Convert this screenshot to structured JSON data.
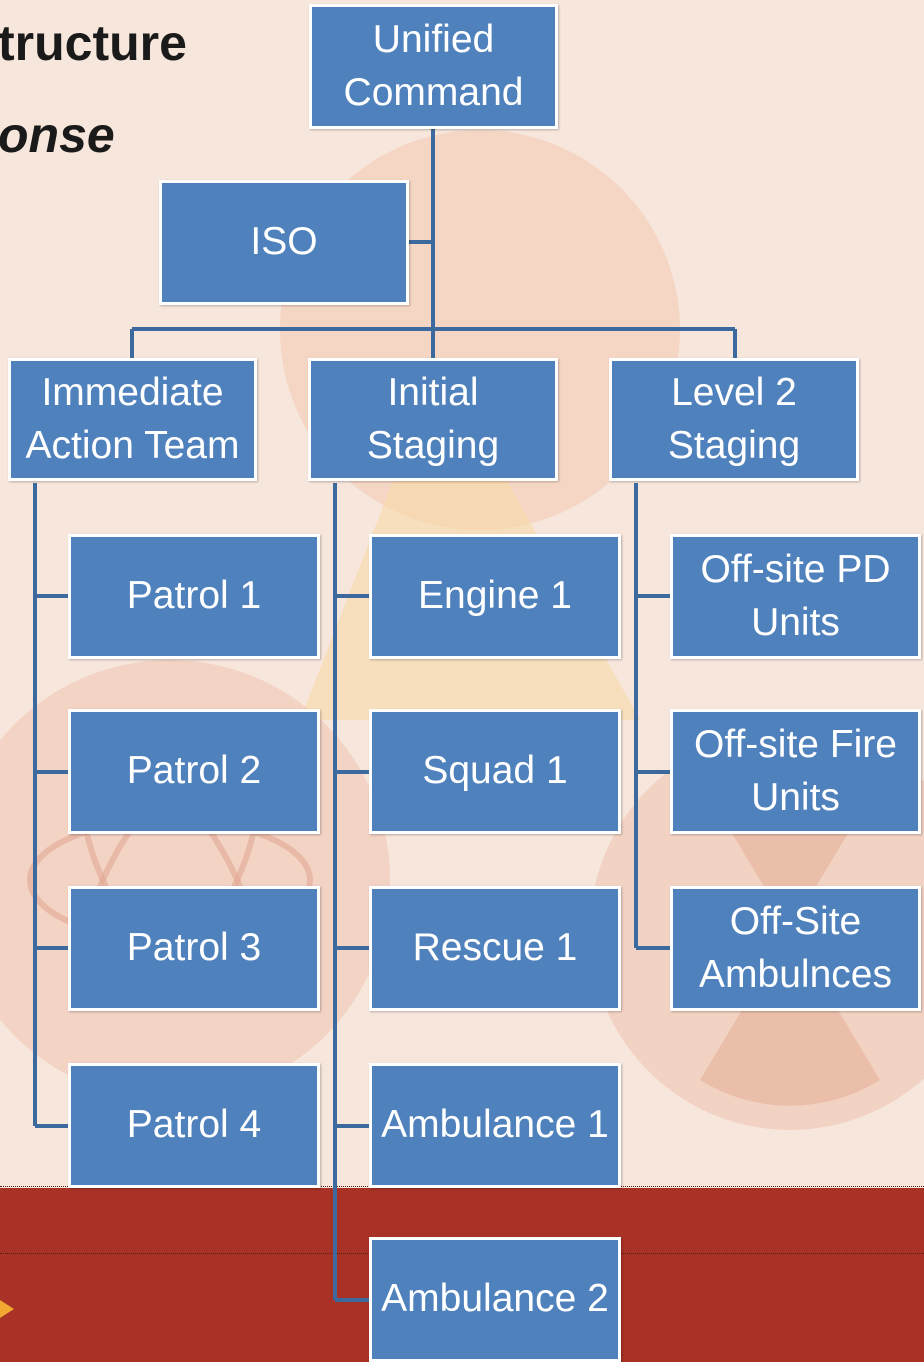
{
  "slide": {
    "title_line1": "tructure",
    "title_line2": "onse"
  },
  "nodes": {
    "unified_command": "Unified Command",
    "iso": "ISO",
    "immediate_action_team": "Immediate Action Team",
    "initial_staging": "Initial Staging",
    "level2_staging": "Level 2 Staging",
    "patrol1": "Patrol 1",
    "patrol2": "Patrol 2",
    "patrol3": "Patrol 3",
    "patrol4": "Patrol 4",
    "engine1": "Engine 1",
    "squad1": "Squad 1",
    "rescue1": "Rescue 1",
    "ambulance1": "Ambulance 1",
    "ambulance2": "Ambulance 2",
    "offsite_pd": "Off-site PD Units",
    "offsite_fire": "Off-site Fire Units",
    "offsite_amb": "Off-Site Ambulnces"
  },
  "colors": {
    "node_fill": "#4f81bd",
    "node_border": "#ffffff",
    "connector": "#3d6a9e",
    "banner": "#a93226",
    "background": "#f7e6dc"
  }
}
